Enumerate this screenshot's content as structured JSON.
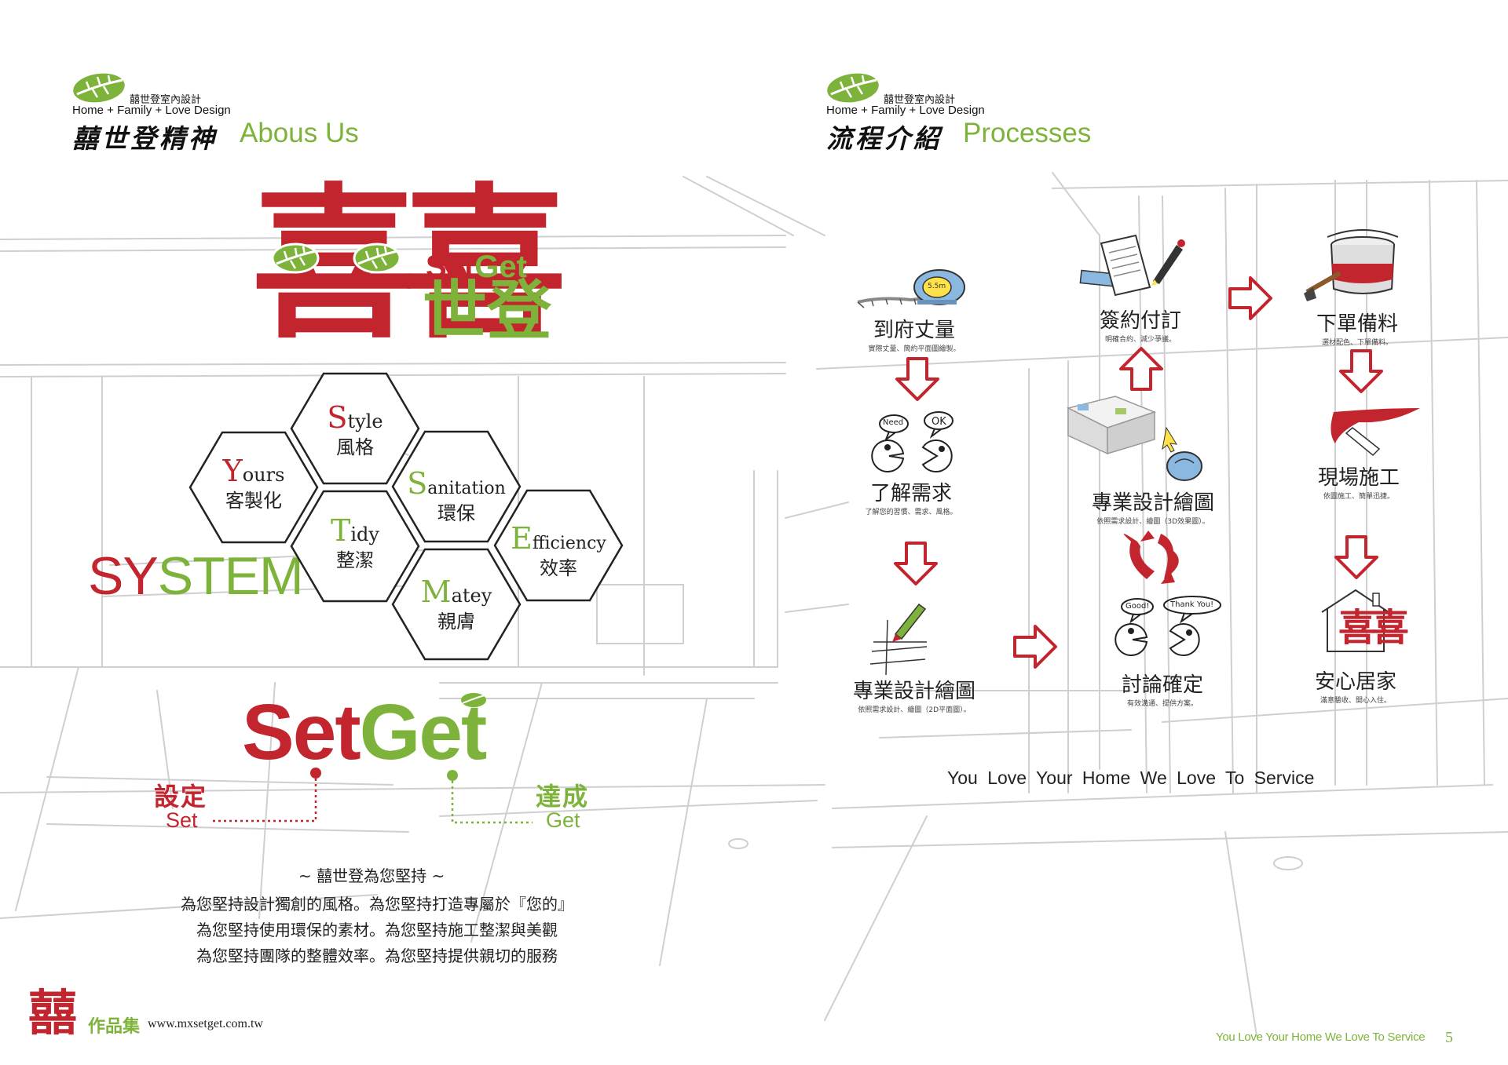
{
  "colors": {
    "red": "#c3252f",
    "green": "#7db33b",
    "ink": "#222222",
    "sketch": "#c8c8c8"
  },
  "left_header": {
    "brand_name": "囍世登室內設計",
    "brand_sub": "Home + Family + Love Design",
    "title_zh": "囍世登精神",
    "title_en": "Abous Us"
  },
  "right_header": {
    "brand_name": "囍世登室內設計",
    "brand_sub": "Home + Family + Love Design",
    "title_zh": "流程介紹",
    "title_en": "Processes"
  },
  "logo": {
    "hanzi": "喜喜",
    "setget": {
      "set": "Set",
      "get": "Get"
    },
    "shideng": "世登"
  },
  "system": {
    "sy": "SY",
    "stem": "STEM"
  },
  "hexagons": [
    {
      "cap": "Y",
      "rest": "ours",
      "zh": "客製化"
    },
    {
      "cap": "S",
      "rest": "tyle",
      "zh": "風格"
    },
    {
      "cap": "T",
      "rest": "idy",
      "zh": "整潔"
    },
    {
      "cap": "S",
      "rest": "anitation",
      "zh": "環保"
    },
    {
      "cap": "M",
      "rest": "atey",
      "zh": "親膚"
    },
    {
      "cap": "E",
      "rest": "fficiency",
      "zh": "效率"
    }
  ],
  "setget_big": {
    "set": "Set",
    "get": "Get"
  },
  "set_label": {
    "zh": "設定",
    "en": "Set"
  },
  "get_label": {
    "zh": "達成",
    "en": "Get"
  },
  "pledge": {
    "title": "~ 囍世登為您堅持 ~",
    "lines": [
      "為您堅持設計獨創的風格。為您堅持打造專屬於『您的』",
      "為您堅持使用環保的素材。為您堅持施工整潔與美觀",
      "為您堅持團隊的整體效率。為您堅持提供親切的服務"
    ]
  },
  "tape_label": "5.5m",
  "bubbles": {
    "need": "Need",
    "ok": "OK",
    "good": "Good!",
    "thank_you": "Thank You!"
  },
  "steps": [
    {
      "title": "到府丈量",
      "desc": "實際丈量、簡約平面圖繪製。",
      "icon": "tape-measure-icon"
    },
    {
      "title": "了解需求",
      "desc": "了解您的習慣、需求、風格。",
      "icon": "pacman-chat-icon"
    },
    {
      "title": "專業設計繪圖",
      "desc": "依照需求設計、繪圖（2D平面圖）。",
      "icon": "pencil-drawing-icon"
    },
    {
      "title": "專業設計繪圖",
      "desc": "依照需求設計、繪圖（3D效果圖）。",
      "icon": "3d-model-icon"
    },
    {
      "title": "討論確定",
      "desc": "有效溝通、提供方案。",
      "icon": "pacman-thanks-icon"
    },
    {
      "title": "簽約付訂",
      "desc": "明確合約、減少爭議。",
      "icon": "contract-pen-icon"
    },
    {
      "title": "下單備料",
      "desc": "選材配色、下單備料。",
      "icon": "paint-can-icon"
    },
    {
      "title": "現場施工",
      "desc": "依圖施工、簡單迅捷。",
      "icon": "paint-brush-icon"
    },
    {
      "title": "安心居家",
      "desc": "滿意驗收、開心入住。",
      "icon": "house-icon"
    }
  ],
  "slogan": "You Love Your Home We Love To Service",
  "footer": {
    "logo_hanzi": "囍",
    "logo_text": "作品集",
    "url": "www.mxsetget.com.tw",
    "slogan": "You Love Your Home We Love To Service",
    "page_number": "5"
  }
}
